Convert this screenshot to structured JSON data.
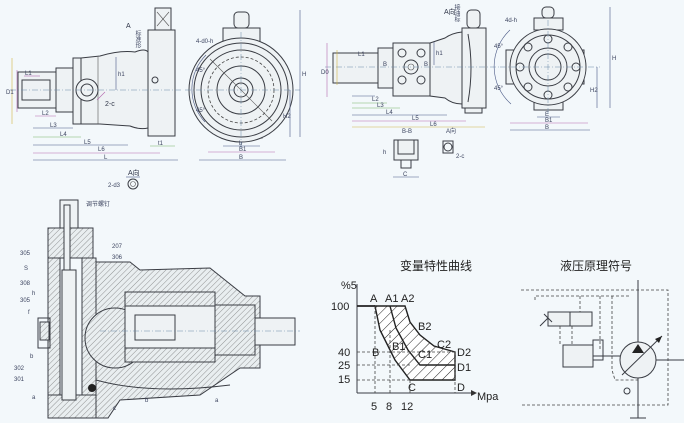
{
  "view1_side": {
    "labels": [
      "A",
      "标准形",
      "L1",
      "D1",
      "L2",
      "L3",
      "L4",
      "L5",
      "L6",
      "L",
      "h1",
      "2-c",
      "t1"
    ],
    "detail_title": "A向",
    "detail_label": "2-d3"
  },
  "view1_front": {
    "labels": [
      "4-d0-h",
      "45°",
      "45°",
      "H",
      "H2",
      "b",
      "B1",
      "B"
    ]
  },
  "view2_side": {
    "labels": [
      "A向",
      "接油标",
      "D0",
      "L1",
      "L2",
      "L3",
      "L4",
      "L5",
      "L6",
      "B",
      "B",
      "h1"
    ],
    "section_title": "B-B",
    "section_labels": [
      "h",
      "C"
    ],
    "detail_title": "A向",
    "detail_label": "2-c"
  },
  "view2_front": {
    "labels": [
      "4d-h",
      "45°",
      "45°",
      "H",
      "H2",
      "E",
      "B1",
      "B"
    ]
  },
  "section_view": {
    "labels": [
      "调节螺钉",
      "207",
      "306",
      "305",
      "S",
      "308",
      "h",
      "305",
      "f",
      "b",
      "302",
      "301",
      "a",
      "c",
      "b",
      "a"
    ]
  },
  "chart_data": {
    "type": "area",
    "title": "变量特性曲线",
    "ylabel": "%5",
    "xlabel": "Mpa",
    "y_ticks": [
      "100",
      "40",
      "25",
      "15"
    ],
    "x_ticks": [
      "5",
      "8",
      "12"
    ],
    "point_labels": [
      "A",
      "A1",
      "A2",
      "B",
      "B1",
      "B2",
      "C",
      "C1",
      "C2",
      "D",
      "D1",
      "D2"
    ],
    "series": [
      {
        "name": "A-B-C-D",
        "points": [
          [
            5,
            100
          ],
          [
            5,
            100
          ],
          [
            8,
            40
          ],
          [
            12,
            15
          ],
          [
            20,
            15
          ]
        ]
      },
      {
        "name": "A1-B1-C1-D1",
        "points": [
          [
            8,
            100
          ],
          [
            10,
            40
          ],
          [
            13,
            25
          ],
          [
            20,
            25
          ]
        ]
      },
      {
        "name": "A2-B2-C2-D2",
        "points": [
          [
            12,
            100
          ],
          [
            14,
            60
          ],
          [
            17,
            40
          ],
          [
            20,
            40
          ]
        ]
      }
    ]
  },
  "hydraulic_symbol": {
    "title": "液压原理符号"
  },
  "colors": {
    "line": "#3a3d44",
    "background": "#f3f8fb"
  }
}
